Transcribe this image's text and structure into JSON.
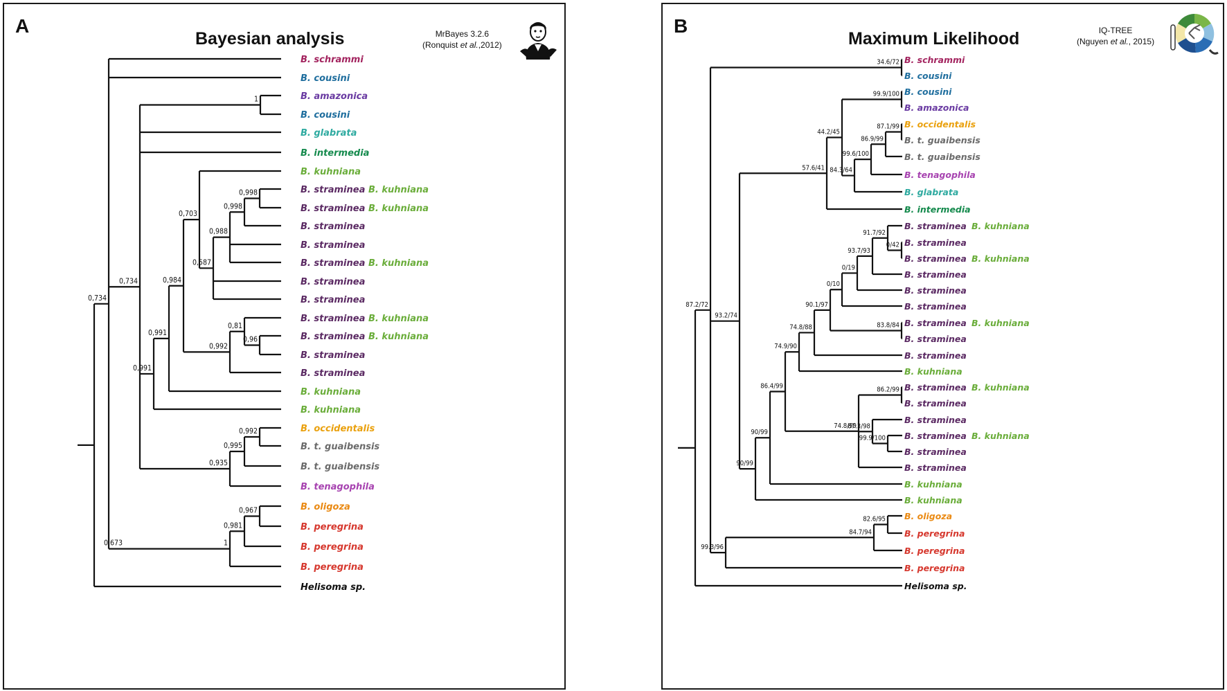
{
  "colors": {
    "schrammi": "#a3245f",
    "cousini": "#1f6e9e",
    "amazonica": "#6a3ba2",
    "glabrata": "#2eaaa0",
    "intermedia": "#158a4d",
    "kuhniana": "#6aad3a",
    "straminea": "#5b2a63",
    "occidentalis": "#eaa10f",
    "guaibensis": "#6b6b6b",
    "tenagophila": "#a743b0",
    "oligoza": "#ea8a14",
    "peregrina": "#d6382e",
    "helisoma": "#111111",
    "branch": "#111111"
  },
  "panel_a": {
    "letter": "A",
    "title": "Bayesian analysis",
    "software": "MrBayes 3.2.6",
    "citation_prefix": "(Ronquist ",
    "citation_etal": "et al.",
    "citation_suffix": ",2012)",
    "logo_icon": "portrait-icon",
    "taxa": [
      {
        "label": "B. schrammi",
        "color": "schrammi"
      },
      {
        "label": "B. cousini",
        "color": "cousini"
      },
      {
        "label": "B. amazonica",
        "color": "amazonica"
      },
      {
        "label": "B. cousini",
        "color": "cousini"
      },
      {
        "label": "B. glabrata",
        "color": "glabrata"
      },
      {
        "label": "B. intermedia",
        "color": "intermedia"
      },
      {
        "label": "B. kuhniana",
        "color": "kuhniana"
      },
      {
        "label": "B. straminea",
        "color": "straminea",
        "extra": "B. kuhniana"
      },
      {
        "label": "B. straminea",
        "color": "straminea",
        "extra": "B. kuhniana"
      },
      {
        "label": "B. straminea",
        "color": "straminea"
      },
      {
        "label": "B. straminea",
        "color": "straminea"
      },
      {
        "label": "B. straminea",
        "color": "straminea",
        "extra": "B. kuhniana"
      },
      {
        "label": "B. straminea",
        "color": "straminea"
      },
      {
        "label": "B. straminea",
        "color": "straminea"
      },
      {
        "label": "B. straminea",
        "color": "straminea",
        "extra": "B. kuhniana"
      },
      {
        "label": "B. straminea",
        "color": "straminea",
        "extra": "B. kuhniana"
      },
      {
        "label": "B. straminea",
        "color": "straminea"
      },
      {
        "label": "B. straminea",
        "color": "straminea"
      },
      {
        "label": "B. kuhniana",
        "color": "kuhniana"
      },
      {
        "label": "B. kuhniana",
        "color": "kuhniana"
      },
      {
        "label": "B. occidentalis",
        "color": "occidentalis"
      },
      {
        "label": "B. t. guaibensis",
        "color": "guaibensis"
      },
      {
        "label": "B. t. guaibensis",
        "color": "guaibensis"
      },
      {
        "label": "B. tenagophila",
        "color": "tenagophila"
      },
      {
        "label": "B. oligoza",
        "color": "oligoza"
      },
      {
        "label": "B. peregrina",
        "color": "peregrina"
      },
      {
        "label": "B. peregrina",
        "color": "peregrina"
      },
      {
        "label": "B. peregrina",
        "color": "peregrina"
      },
      {
        "label": "Helisoma sp.",
        "color": "helisoma"
      }
    ],
    "supports": [
      "1",
      "0,998",
      "0,998",
      "0,988",
      "0,587",
      "0,703",
      "0,81",
      "0,96",
      "0,992",
      "0,984",
      "0,991",
      "0,991",
      "0,992",
      "0,995",
      "0,935",
      "0,967",
      "0,981",
      "1",
      "0,734",
      "0,734",
      "0,673"
    ]
  },
  "panel_b": {
    "letter": "B",
    "title": "Maximum Likelihood",
    "software": "IQ-TREE",
    "citation_prefix": "(Nguyen ",
    "citation_etal": "et al.",
    "citation_suffix": ", 2015)",
    "logo_icon": "iqtree-logo-icon",
    "taxa": [
      {
        "label": "B. schrammi",
        "color": "schrammi"
      },
      {
        "label": "B. cousini",
        "color": "cousini"
      },
      {
        "label": "B. cousini",
        "color": "cousini"
      },
      {
        "label": "B. amazonica",
        "color": "amazonica"
      },
      {
        "label": "B. occidentalis",
        "color": "occidentalis"
      },
      {
        "label": "B. t. guaibensis",
        "color": "guaibensis"
      },
      {
        "label": "B. t. guaibensis",
        "color": "guaibensis"
      },
      {
        "label": "B. tenagophila",
        "color": "tenagophila"
      },
      {
        "label": "B. glabrata",
        "color": "glabrata"
      },
      {
        "label": "B. intermedia",
        "color": "intermedia"
      },
      {
        "label": "B. straminea",
        "color": "straminea",
        "extra": "B. kuhniana"
      },
      {
        "label": "B. straminea",
        "color": "straminea"
      },
      {
        "label": "B. straminea",
        "color": "straminea",
        "extra": "B. kuhniana"
      },
      {
        "label": "B. straminea",
        "color": "straminea"
      },
      {
        "label": "B. straminea",
        "color": "straminea"
      },
      {
        "label": "B. straminea",
        "color": "straminea"
      },
      {
        "label": "B. straminea",
        "color": "straminea",
        "extra": "B. kuhniana"
      },
      {
        "label": "B. straminea",
        "color": "straminea"
      },
      {
        "label": "B. straminea",
        "color": "straminea"
      },
      {
        "label": "B. kuhniana",
        "color": "kuhniana"
      },
      {
        "label": "B. straminea",
        "color": "straminea",
        "extra": "B. kuhniana"
      },
      {
        "label": "B. straminea",
        "color": "straminea"
      },
      {
        "label": "B. straminea",
        "color": "straminea"
      },
      {
        "label": "B. straminea",
        "color": "straminea",
        "extra": "B. kuhniana"
      },
      {
        "label": "B. straminea",
        "color": "straminea"
      },
      {
        "label": "B. straminea",
        "color": "straminea"
      },
      {
        "label": "B. kuhniana",
        "color": "kuhniana"
      },
      {
        "label": "B. kuhniana",
        "color": "kuhniana"
      },
      {
        "label": "B. oligoza",
        "color": "oligoza"
      },
      {
        "label": "B. peregrina",
        "color": "peregrina"
      },
      {
        "label": "B. peregrina",
        "color": "peregrina"
      },
      {
        "label": "B. peregrina",
        "color": "peregrina"
      },
      {
        "label": "Helisoma sp.",
        "color": "helisoma"
      }
    ],
    "supports": [
      "34.6/72",
      "99.9/100",
      "87.1/99",
      "86.9/99",
      "99.6/100",
      "84.3/64",
      "44.2/45",
      "57.6/41",
      "91.7/92",
      "0/42",
      "93.7/93",
      "0/19",
      "0/10",
      "83.8/84",
      "90.1/97",
      "74.8/88",
      "74.9/90",
      "86.2/99",
      "99.9/100",
      "87.3/98",
      "74.8/99",
      "86.4/99",
      "90/99",
      "90/99",
      "90/99",
      "93.2/74",
      "82.6/95",
      "84.7/94",
      "99.3/96",
      "87.2/72"
    ]
  }
}
